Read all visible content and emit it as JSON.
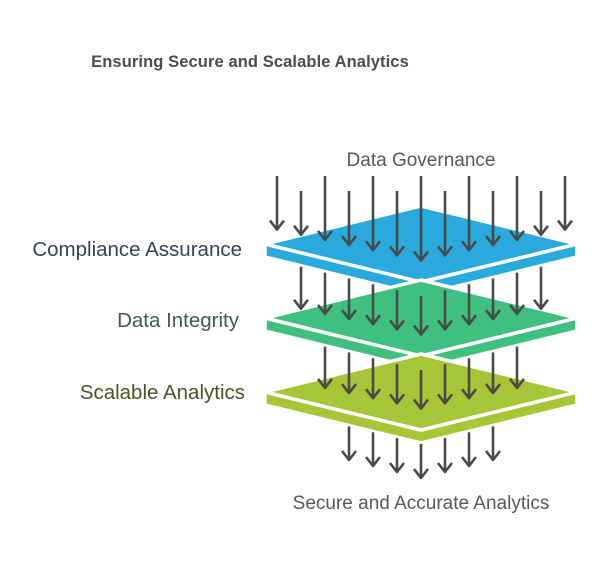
{
  "title": "Ensuring Secure and Scalable Analytics",
  "diagram": {
    "top_label": "Data Governance",
    "bottom_label": "Secure and Accurate Analytics",
    "layers": [
      {
        "label": "Compliance Assurance",
        "color": "#29a9dc",
        "label_color": "#304757"
      },
      {
        "label": "Data Integrity",
        "color": "#3fc07e",
        "label_color": "#3c5f53"
      },
      {
        "label": "Scalable Analytics",
        "color": "#a6c637",
        "label_color": "#4d5322"
      }
    ],
    "colors": {
      "background": "#ffffff",
      "arrow": "#4a4a4a",
      "title_text": "#4d4d4d",
      "flow_text": "#595959",
      "layer_outline": "#ffffff"
    }
  }
}
